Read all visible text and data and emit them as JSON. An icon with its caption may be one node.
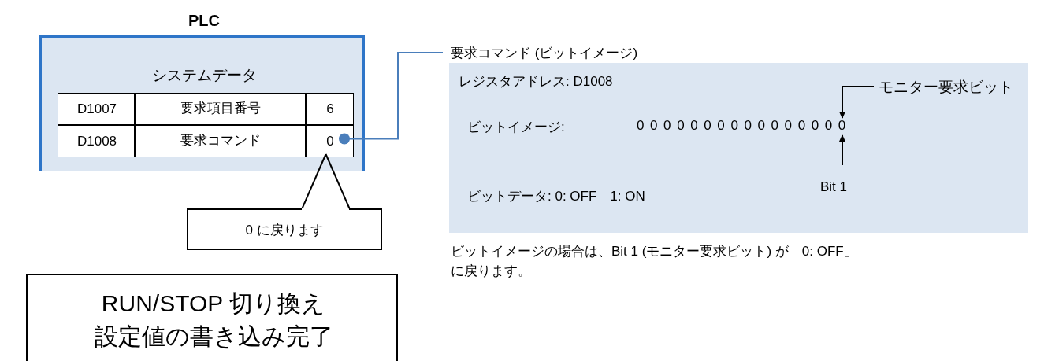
{
  "diagram": {
    "nodes": [
      {
        "text": [
          "PLC",
          "システムデータ"
        ]
      },
      {
        "text": [
          "D1007"
        ],
        "in": 0
      },
      {
        "text": [
          "要求項目番号"
        ],
        "in": 0
      },
      {
        "text": [
          "6"
        ],
        "in": 0
      },
      {
        "text": [
          "D1008"
        ],
        "in": 0
      },
      {
        "text": [
          "要求コマンド"
        ],
        "in": 0
      },
      {
        "text": [
          "0"
        ],
        "in": 0
      },
      {
        "text": [
          "0 に戻ります"
        ]
      },
      {
        "text": [
          "要求コマンド (ビットイメージ)",
          "レジスタアドレス: D1008",
          "ビットイメージ:",
          "ビットデータ: 0: OFF　1: ON"
        ]
      },
      {
        "text": [
          "0000000000000000"
        ],
        "in": 8
      },
      {
        "text": [
          "モニター要求ビット"
        ],
        "in": 8
      },
      {
        "text": [
          "Bit 1"
        ],
        "in": 8
      },
      {
        "text": [
          "RUN/STOP 切り換え",
          "設定値の書き込み完了"
        ]
      }
    ],
    "edges": [
      {
        "from": 6,
        "to": 8,
        "arrow": "other",
        "color": "#4a7ebb"
      },
      {
        "from": 7,
        "to": 6,
        "arrow": "none"
      },
      {
        "from": 10,
        "to": 9,
        "arrow": "to"
      },
      {
        "from": 11,
        "to": 9,
        "arrow": "to"
      }
    ],
    "labels": [
      "ビットイメージの場合は、Bit 1 (モニター要求ビット) が「0: OFF」に戻ります。"
    ]
  }
}
